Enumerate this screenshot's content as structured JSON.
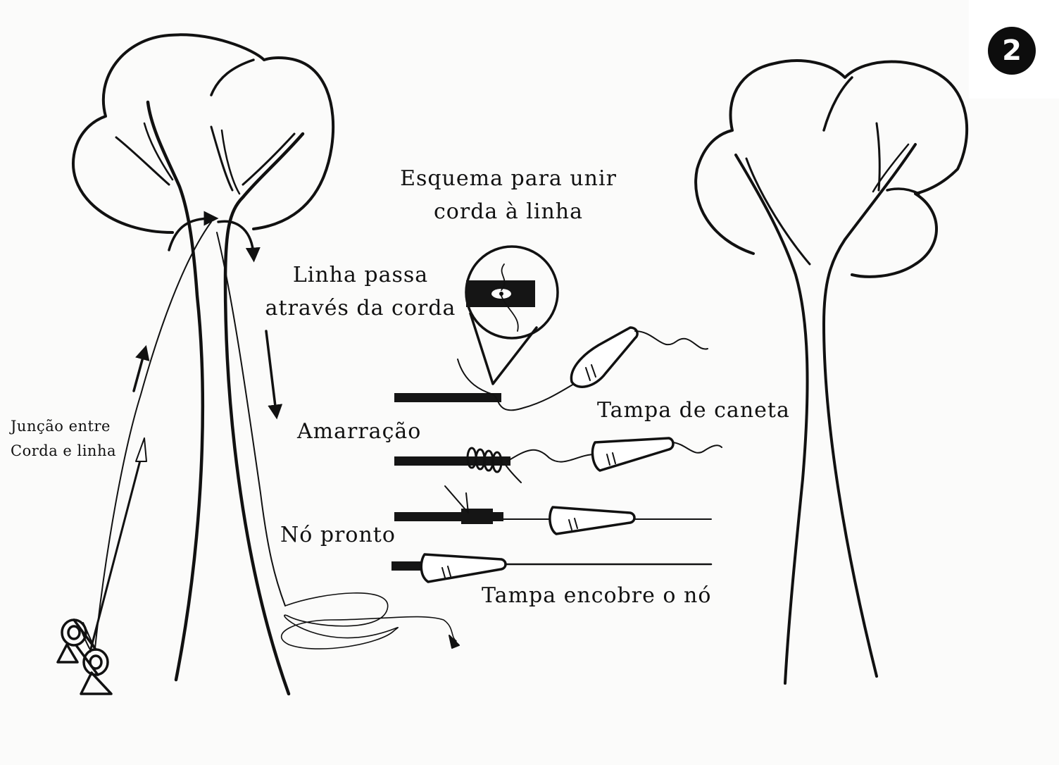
{
  "page_number": "2",
  "labels": {
    "scheme_title_line1": "Esquema para unir",
    "scheme_title_line2": "corda à linha",
    "line_passes_line1": "Linha passa",
    "line_passes_line2": "através da corda",
    "pen_cap": "Tampa de caneta",
    "tying": "Amarração",
    "knot_ready": "Nó pronto",
    "cap_covers_knot": "Tampa encobre o nó",
    "junction_line1": "Junção entre",
    "junction_line2": "Corda e linha"
  },
  "colors": {
    "ink": "#111111",
    "paper": "#fbfbfa",
    "badge": "#0d0d0d"
  }
}
